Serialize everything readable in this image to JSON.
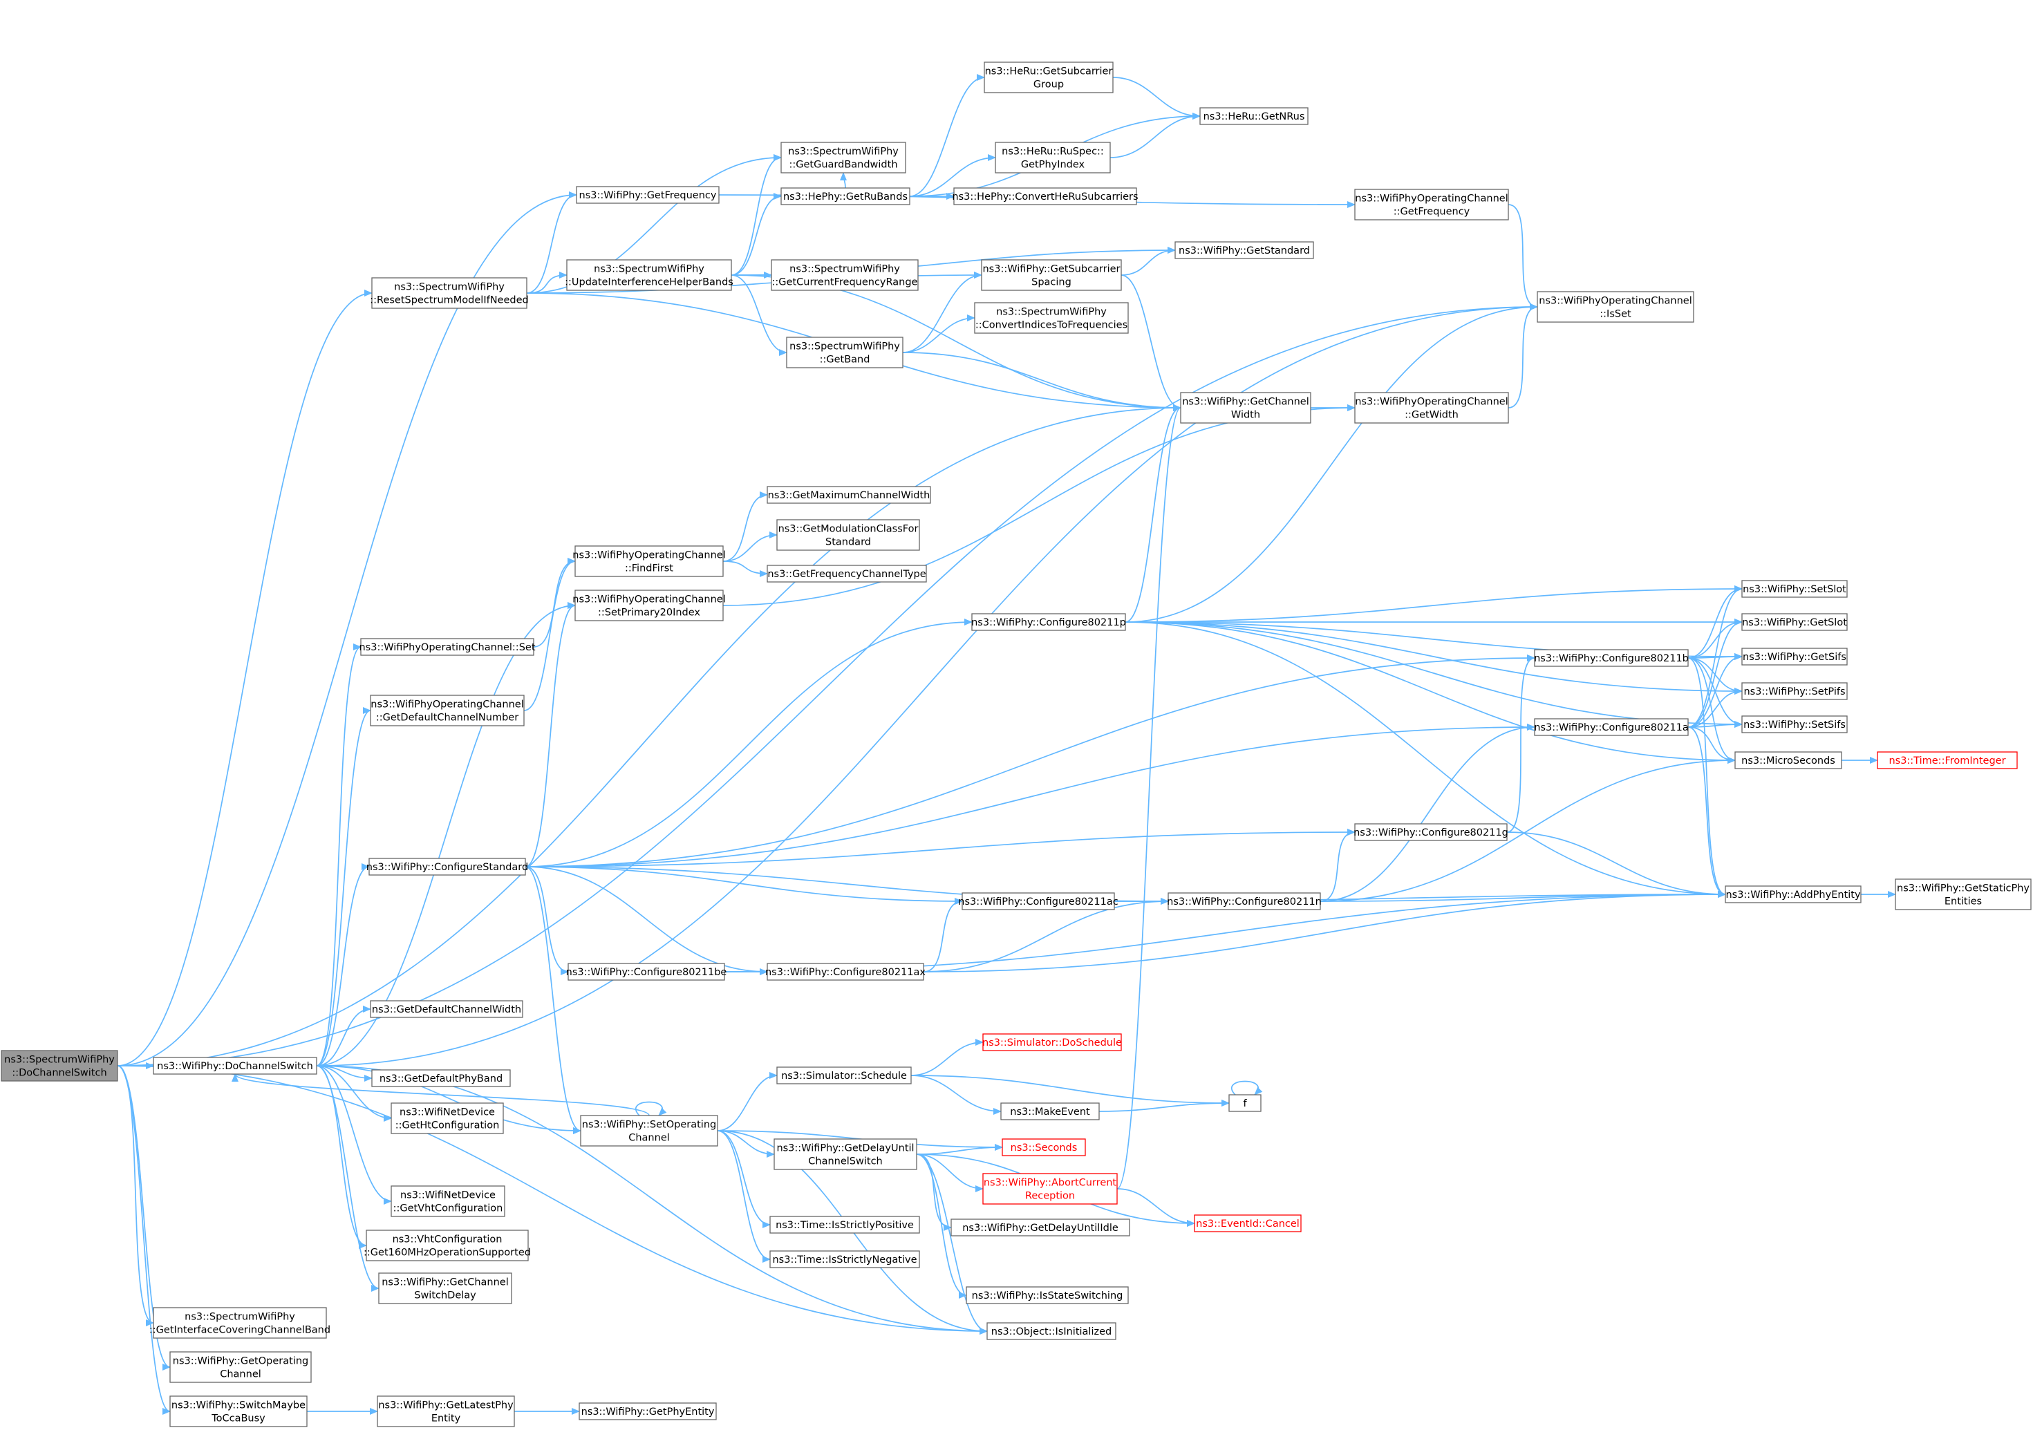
{
  "nodes": [
    {
      "id": "root",
      "lines": [
        "ns3::SpectrumWifiPhy",
        "::DoChannelSwitch"
      ],
      "root": true
    },
    {
      "id": "doChannelSwitch",
      "lines": [
        "ns3::WifiPhy::DoChannelSwitch"
      ]
    },
    {
      "id": "getInterfaceCovering",
      "lines": [
        "ns3::SpectrumWifiPhy",
        "::GetInterfaceCoveringChannelBand"
      ]
    },
    {
      "id": "getOperatingChannel",
      "lines": [
        "ns3::WifiPhy::GetOperating",
        "Channel"
      ]
    },
    {
      "id": "switchMaybe",
      "lines": [
        "ns3::WifiPhy::SwitchMaybe",
        "ToCcaBusy"
      ]
    },
    {
      "id": "getLatestPhy",
      "lines": [
        "ns3::WifiPhy::GetLatestPhy",
        "Entity"
      ]
    },
    {
      "id": "getPhyEntity",
      "lines": [
        "ns3::WifiPhy::GetPhyEntity"
      ]
    },
    {
      "id": "getFrequency",
      "lines": [
        "ns3::WifiPhy::GetFrequency"
      ]
    },
    {
      "id": "resetSpectrum",
      "lines": [
        "ns3::SpectrumWifiPhy",
        "::ResetSpectrumModelIfNeeded"
      ]
    },
    {
      "id": "getGuardBw",
      "lines": [
        "ns3::SpectrumWifiPhy",
        "::GetGuardBandwidth"
      ]
    },
    {
      "id": "updateInterf",
      "lines": [
        "ns3::SpectrumWifiPhy",
        "::UpdateInterferenceHelperBands"
      ]
    },
    {
      "id": "heGetRuBands",
      "lines": [
        "ns3::HePhy::GetRuBands"
      ]
    },
    {
      "id": "getCurFreqRange",
      "lines": [
        "ns3::SpectrumWifiPhy",
        "::GetCurrentFrequencyRange"
      ]
    },
    {
      "id": "getBand",
      "lines": [
        "ns3::SpectrumWifiPhy",
        "::GetBand"
      ]
    },
    {
      "id": "heRuGetSubGroup",
      "lines": [
        "ns3::HeRu::GetSubcarrier",
        "Group"
      ]
    },
    {
      "id": "heRuGetNRus",
      "lines": [
        "ns3::HeRu::GetNRus"
      ]
    },
    {
      "id": "ruSpecGetPhyIndex",
      "lines": [
        "ns3::HeRu::RuSpec::",
        "GetPhyIndex"
      ]
    },
    {
      "id": "heConvert",
      "lines": [
        "ns3::HePhy::ConvertHeRuSubcarriers"
      ]
    },
    {
      "id": "getStandard",
      "lines": [
        "ns3::WifiPhy::GetStandard"
      ]
    },
    {
      "id": "getSubSpacing",
      "lines": [
        "ns3::WifiPhy::GetSubcarrier",
        "Spacing"
      ]
    },
    {
      "id": "convertIndices",
      "lines": [
        "ns3::SpectrumWifiPhy",
        "::ConvertIndicesToFrequencies"
      ]
    },
    {
      "id": "getChannelWidth",
      "lines": [
        "ns3::WifiPhy::GetChannel",
        "Width"
      ]
    },
    {
      "id": "wocGetFrequency",
      "lines": [
        "ns3::WifiPhyOperatingChannel",
        "::GetFrequency"
      ]
    },
    {
      "id": "wocIsSet",
      "lines": [
        "ns3::WifiPhyOperatingChannel",
        "::IsSet"
      ]
    },
    {
      "id": "wocGetWidth",
      "lines": [
        "ns3::WifiPhyOperatingChannel",
        "::GetWidth"
      ]
    },
    {
      "id": "getMaxChWidth",
      "lines": [
        "ns3::GetMaximumChannelWidth"
      ]
    },
    {
      "id": "getModClass",
      "lines": [
        "ns3::GetModulationClassFor",
        "Standard"
      ]
    },
    {
      "id": "getFreqChType",
      "lines": [
        "ns3::GetFrequencyChannelType"
      ]
    },
    {
      "id": "findFirst",
      "lines": [
        "ns3::WifiPhyOperatingChannel",
        "::FindFirst"
      ]
    },
    {
      "id": "setPrimary20",
      "lines": [
        "ns3::WifiPhyOperatingChannel",
        "::SetPrimary20Index"
      ]
    },
    {
      "id": "wocSet",
      "lines": [
        "ns3::WifiPhyOperatingChannel::Set"
      ]
    },
    {
      "id": "getDefaultChNum",
      "lines": [
        "ns3::WifiPhyOperatingChannel",
        "::GetDefaultChannelNumber"
      ]
    },
    {
      "id": "configStandard",
      "lines": [
        "ns3::WifiPhy::ConfigureStandard"
      ]
    },
    {
      "id": "getDefChWidth",
      "lines": [
        "ns3::GetDefaultChannelWidth"
      ]
    },
    {
      "id": "getDefPhyBand",
      "lines": [
        "ns3::GetDefaultPhyBand"
      ]
    },
    {
      "id": "getHtConfig",
      "lines": [
        "ns3::WifiNetDevice",
        "::GetHtConfiguration"
      ]
    },
    {
      "id": "getVhtConfig",
      "lines": [
        "ns3::WifiNetDevice",
        "::GetVhtConfiguration"
      ]
    },
    {
      "id": "get160",
      "lines": [
        "ns3::VhtConfiguration",
        "::Get160MHzOperationSupported"
      ]
    },
    {
      "id": "getChSwitchDelay",
      "lines": [
        "ns3::WifiPhy::GetChannel",
        "SwitchDelay"
      ]
    },
    {
      "id": "config80211p",
      "lines": [
        "ns3::WifiPhy::Configure80211p"
      ]
    },
    {
      "id": "config80211b",
      "lines": [
        "ns3::WifiPhy::Configure80211b"
      ]
    },
    {
      "id": "config80211a",
      "lines": [
        "ns3::WifiPhy::Configure80211a"
      ]
    },
    {
      "id": "config80211g",
      "lines": [
        "ns3::WifiPhy::Configure80211g"
      ]
    },
    {
      "id": "config80211ac",
      "lines": [
        "ns3::WifiPhy::Configure80211ac"
      ]
    },
    {
      "id": "config80211n",
      "lines": [
        "ns3::WifiPhy::Configure80211n"
      ]
    },
    {
      "id": "config80211ax",
      "lines": [
        "ns3::WifiPhy::Configure80211ax"
      ]
    },
    {
      "id": "config80211be",
      "lines": [
        "ns3::WifiPhy::Configure80211be"
      ]
    },
    {
      "id": "setSlot",
      "lines": [
        "ns3::WifiPhy::SetSlot"
      ]
    },
    {
      "id": "getSlot",
      "lines": [
        "ns3::WifiPhy::GetSlot"
      ]
    },
    {
      "id": "getSifs",
      "lines": [
        "ns3::WifiPhy::GetSifs"
      ]
    },
    {
      "id": "setPifs",
      "lines": [
        "ns3::WifiPhy::SetPifs"
      ]
    },
    {
      "id": "setSifs",
      "lines": [
        "ns3::WifiPhy::SetSifs"
      ]
    },
    {
      "id": "microSeconds",
      "lines": [
        "ns3::MicroSeconds"
      ]
    },
    {
      "id": "fromInteger",
      "lines": [
        "ns3::Time::FromInteger"
      ],
      "red": true
    },
    {
      "id": "addPhyEntity",
      "lines": [
        "ns3::WifiPhy::AddPhyEntity"
      ]
    },
    {
      "id": "getStaticPhy",
      "lines": [
        "ns3::WifiPhy::GetStaticPhy",
        "Entities"
      ]
    },
    {
      "id": "setOperating",
      "lines": [
        "ns3::WifiPhy::SetOperating",
        "Channel"
      ]
    },
    {
      "id": "simSchedule",
      "lines": [
        "ns3::Simulator::Schedule"
      ]
    },
    {
      "id": "simDoSchedule",
      "lines": [
        "ns3::Simulator::DoSchedule"
      ],
      "red": true
    },
    {
      "id": "makeEvent",
      "lines": [
        "ns3::MakeEvent"
      ]
    },
    {
      "id": "f",
      "lines": [
        "f"
      ]
    },
    {
      "id": "getDelayUntilSw",
      "lines": [
        "ns3::WifiPhy::GetDelayUntil",
        "ChannelSwitch"
      ]
    },
    {
      "id": "seconds",
      "lines": [
        "ns3::Seconds"
      ],
      "red": true
    },
    {
      "id": "abortCurrent",
      "lines": [
        "ns3::WifiPhy::AbortCurrent",
        "Reception"
      ],
      "red": true
    },
    {
      "id": "eventCancel",
      "lines": [
        "ns3::EventId::Cancel"
      ],
      "red": true
    },
    {
      "id": "getDelayIdle",
      "lines": [
        "ns3::WifiPhy::GetDelayUntilIdle"
      ]
    },
    {
      "id": "isStrictPos",
      "lines": [
        "ns3::Time::IsStrictlyPositive"
      ]
    },
    {
      "id": "isStrictNeg",
      "lines": [
        "ns3::Time::IsStrictlyNegative"
      ]
    },
    {
      "id": "isStateSwitching",
      "lines": [
        "ns3::WifiPhy::IsStateSwitching"
      ]
    },
    {
      "id": "objIsInit",
      "lines": [
        "ns3::Object::IsInitialized"
      ]
    }
  ]
}
